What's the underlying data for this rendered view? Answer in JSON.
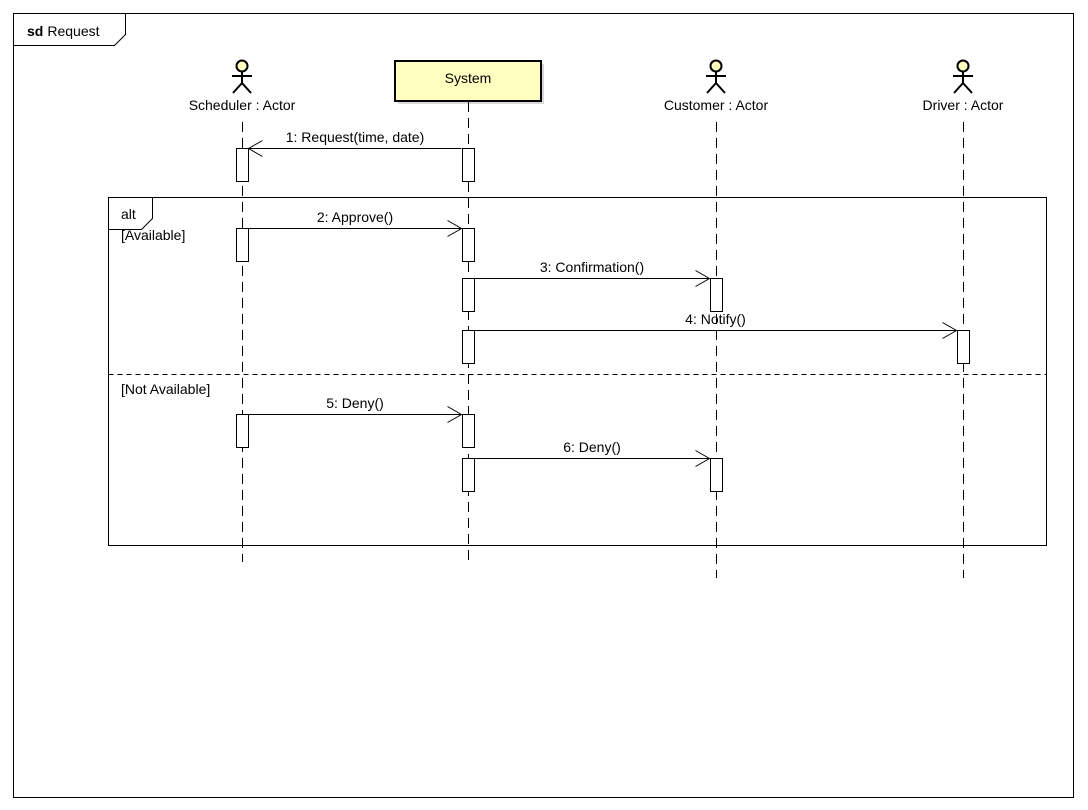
{
  "frame": {
    "keyword": "sd",
    "name": "Request"
  },
  "colors": {
    "system_box_fill": "#ffffc0",
    "actor_head_fill": "#ffffc0",
    "line": "#000000",
    "background": "#ffffff"
  },
  "lifelines": [
    {
      "id": "scheduler",
      "label": "Scheduler : Actor",
      "kind": "actor"
    },
    {
      "id": "system",
      "label": "System",
      "kind": "object"
    },
    {
      "id": "customer",
      "label": "Customer : Actor",
      "kind": "actor"
    },
    {
      "id": "driver",
      "label": "Driver : Actor",
      "kind": "actor"
    }
  ],
  "messages": [
    {
      "label": "1: Request(time, date)",
      "from": "system",
      "to": "scheduler"
    },
    {
      "label": "2: Approve()",
      "from": "scheduler",
      "to": "system"
    },
    {
      "label": "3: Confirmation()",
      "from": "system",
      "to": "customer"
    },
    {
      "label": "4: Notify()",
      "from": "system",
      "to": "driver"
    },
    {
      "label": "5: Deny()",
      "from": "scheduler",
      "to": "system"
    },
    {
      "label": "6: Deny()",
      "from": "system",
      "to": "customer"
    }
  ],
  "alt_fragment": {
    "keyword": "alt",
    "guards": [
      "[Available]",
      "[Not Available]"
    ]
  }
}
